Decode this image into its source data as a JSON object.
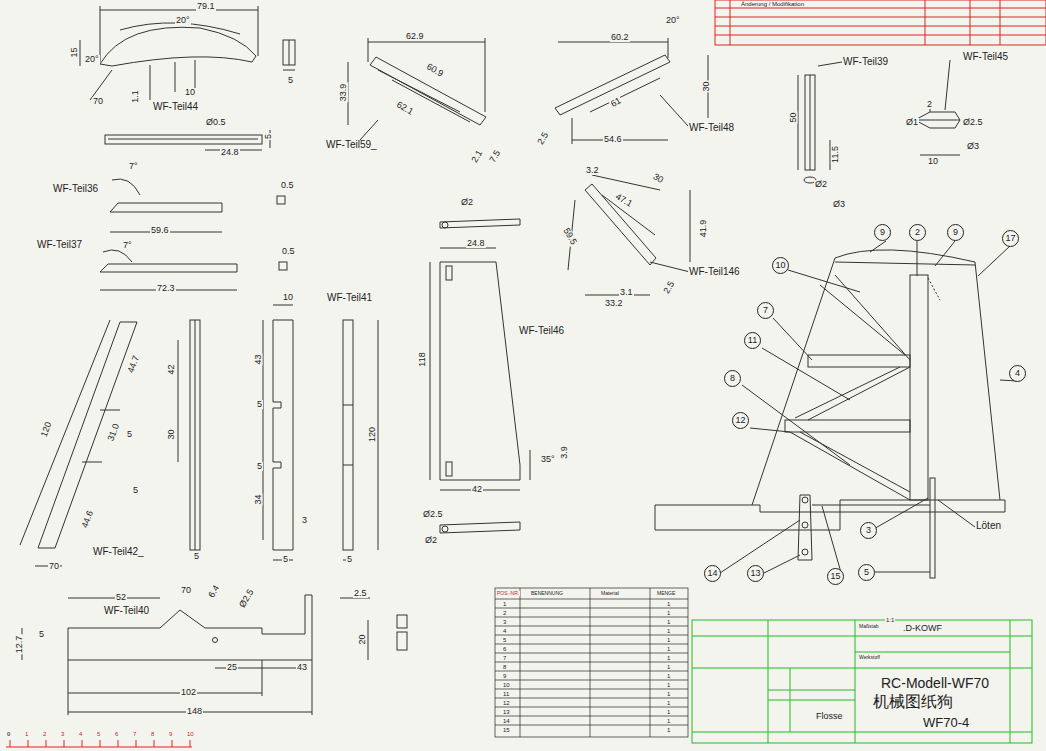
{
  "diagram": {
    "nodes": [
      {
        "text": [
          "9"
        ]
      },
      {
        "text": [
          "2"
        ]
      },
      {
        "text": [
          "9"
        ]
      },
      {
        "text": [
          "17"
        ]
      },
      {
        "text": [
          "10"
        ]
      },
      {
        "text": [
          "7"
        ]
      },
      {
        "text": [
          "11"
        ]
      },
      {
        "text": [
          "4"
        ]
      },
      {
        "text": [
          "8"
        ]
      },
      {
        "text": [
          "12"
        ]
      },
      {
        "text": [
          "3"
        ]
      },
      {
        "text": [
          "14"
        ]
      },
      {
        "text": [
          "13"
        ]
      },
      {
        "text": [
          "15"
        ]
      },
      {
        "text": [
          "5"
        ]
      }
    ],
    "labels": [
      "79.1",
      "20°",
      "15",
      "20°",
      "1.1",
      "10",
      "70",
      "WF-Teil44",
      "5",
      "Ø0.5",
      "24.8",
      "5",
      "62.9",
      "60.9",
      "33.9",
      "62.1",
      "WF-Teil59_",
      "2.1",
      "7.5",
      "20°",
      "60.2",
      "30",
      "61",
      "WF-Teil48",
      "54.6",
      "2.5",
      "WF-Teil39",
      "50",
      "11.5",
      "Ø2",
      "Ø3",
      "WF-Teil45",
      "2",
      "Ø1",
      "Ø2.5",
      "Ø3",
      "10",
      "WF-Teil36",
      "7°",
      "59.6",
      "0.5",
      "WF-Teil37",
      "7°",
      "72.3",
      "0.5",
      "3.2",
      "30",
      "47.1",
      "41.9",
      "59.5",
      "WF-Teil146",
      "3.1",
      "2.5",
      "33.2",
      "Ø2",
      "24.8",
      "118",
      "WF-Teil46",
      "3.9",
      "35°",
      "42",
      "Ø2.5",
      "Ø2",
      "10",
      "WF-Teil41",
      "43",
      "5",
      "5",
      "34",
      "3",
      "5",
      "120",
      "5",
      "120",
      "44.7",
      "42",
      "30",
      "31.0",
      "5",
      "5",
      "44.6",
      "WF-Teil42_",
      "70",
      "5",
      "52",
      "70",
      "6.4",
      "Ø2.5",
      "WF-Teil40",
      "2.5",
      "12.7",
      "5",
      "25",
      "43",
      "20",
      "102",
      "148",
      "Löten",
      "RC-Modell-WF70",
      "WF70-4",
      "Flosse",
      ".D-KOWF",
      "1:1",
      "机械图纸狗",
      "0",
      "1",
      "2",
      "3",
      "4",
      "5",
      "6",
      "7",
      "8",
      "9",
      "10",
      "POS.-NR.",
      "BENENNUNG",
      "Material",
      "MENGE",
      "1",
      "2",
      "3",
      "4",
      "5",
      "6",
      "7",
      "8",
      "9",
      "10",
      "11",
      "12",
      "13",
      "14",
      "15",
      "1",
      "1",
      "1",
      "1",
      "1",
      "1",
      "1",
      "1",
      "1",
      "1",
      "1",
      "1",
      "1",
      "1",
      "1",
      "Maßstab",
      "Werkstoff",
      "Änderung / Modifikation"
    ]
  }
}
